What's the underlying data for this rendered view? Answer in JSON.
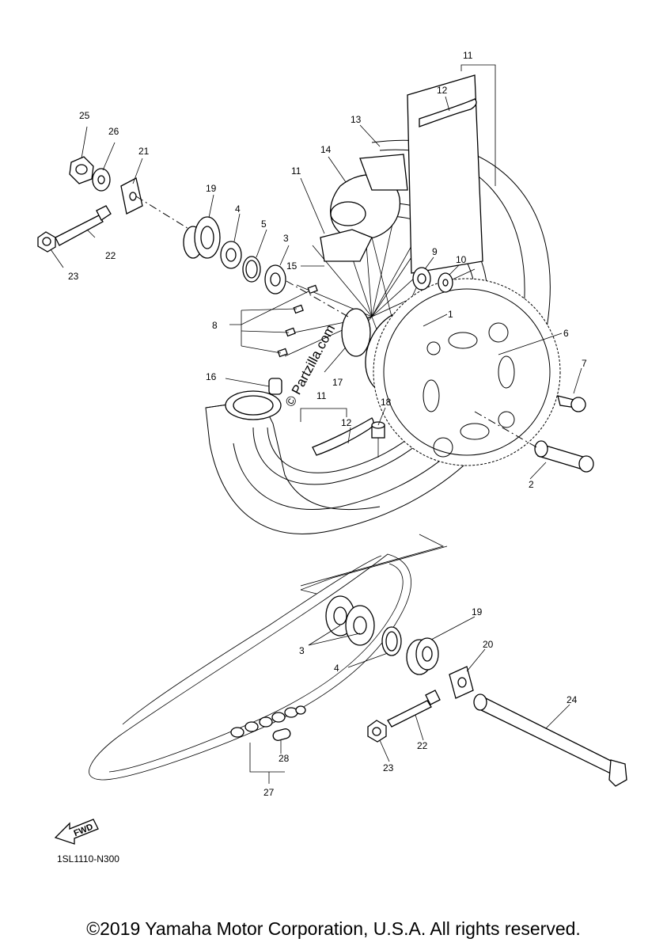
{
  "diagram": {
    "callouts": [
      "1",
      "2",
      "3",
      "3",
      "4",
      "4",
      "5",
      "6",
      "7",
      "8",
      "9",
      "10",
      "11",
      "11",
      "11",
      "12",
      "12",
      "13",
      "14",
      "15",
      "16",
      "17",
      "18",
      "19",
      "19",
      "20",
      "21",
      "22",
      "22",
      "23",
      "23",
      "24",
      "25",
      "26",
      "27",
      "28"
    ],
    "code": "1SL1110-N300",
    "fwd_label": "FWD",
    "watermark": "© Partzilla.com",
    "copyright": "©2019 Yamaha Motor Corporation, U.S.A. All rights reserved."
  }
}
